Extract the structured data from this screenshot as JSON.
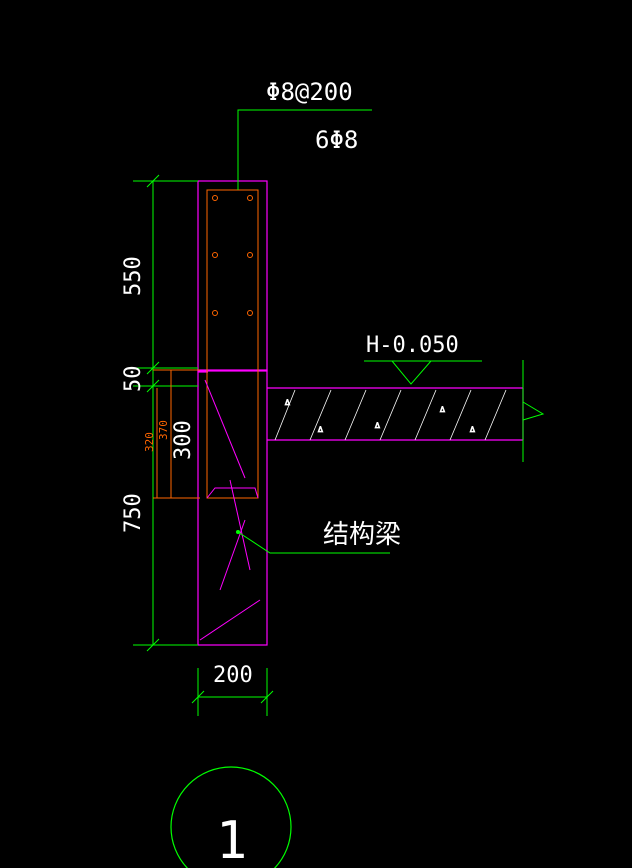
{
  "colors": {
    "background": "#000000",
    "dimension": "#00ff00",
    "outline": "#ff00ff",
    "rebar": "#ff6600",
    "hatch": "#ffffff",
    "leader": "#00ff00",
    "text": "#ffffff"
  },
  "annotations": {
    "stirrup_spec": "Φ8@200",
    "longitudinal_spec": "6Φ8",
    "elevation_label": "H-0.050",
    "beam_label": "结构梁",
    "detail_number": "1"
  },
  "dimensions": {
    "top_height": "550",
    "step_height": "50",
    "beam_depth": "300",
    "bottom_height": "750",
    "inner_a": "320",
    "inner_b": "370",
    "width": "200"
  }
}
